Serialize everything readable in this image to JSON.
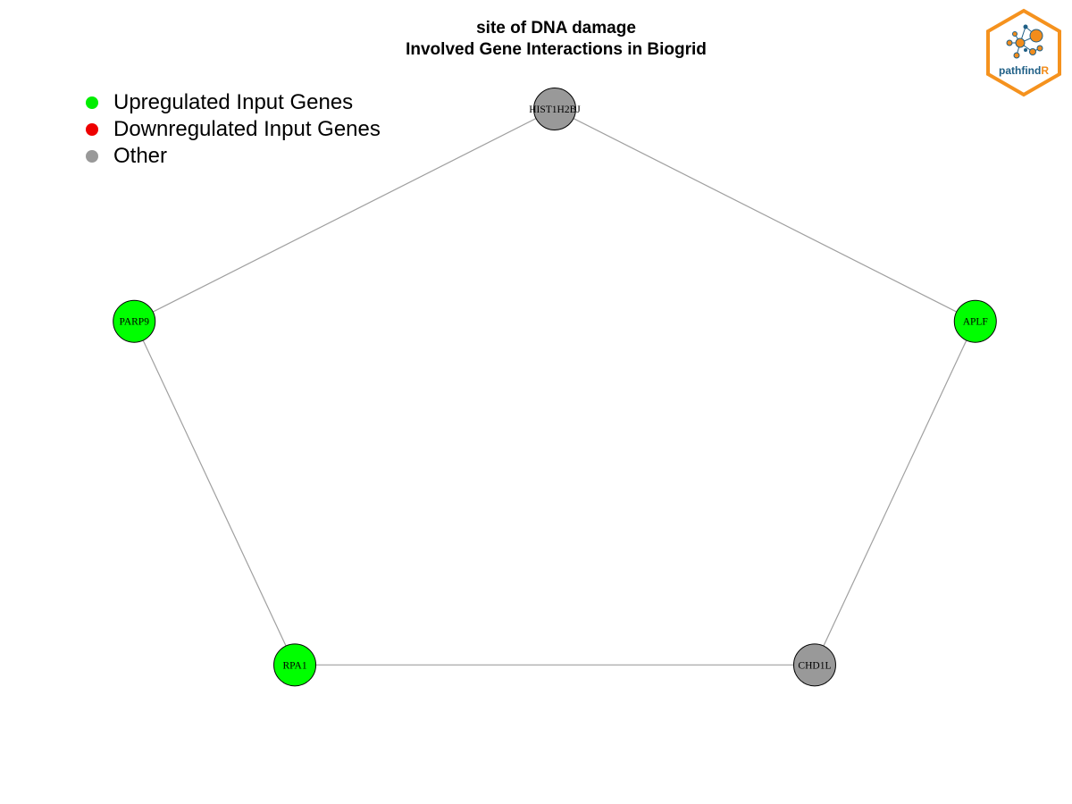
{
  "title": {
    "line1": "site of DNA damage",
    "line2": "Involved Gene Interactions in Biogrid"
  },
  "legend": [
    {
      "label": "Upregulated Input Genes",
      "color": "#00ee00"
    },
    {
      "label": "Downregulated Input Genes",
      "color": "#ee0000"
    },
    {
      "label": "Other",
      "color": "#999999"
    }
  ],
  "colors": {
    "upregulated": "#00ff00",
    "downregulated": "#ff0000",
    "other": "#999999",
    "edge": "#a0a0a0"
  },
  "network": {
    "nodes": [
      {
        "id": "HIST1H2BJ",
        "category": "other"
      },
      {
        "id": "APLF",
        "category": "upregulated"
      },
      {
        "id": "CHD1L",
        "category": "other"
      },
      {
        "id": "RPA1",
        "category": "upregulated"
      },
      {
        "id": "PARP9",
        "category": "upregulated"
      }
    ],
    "edges": [
      [
        "HIST1H2BJ",
        "APLF"
      ],
      [
        "APLF",
        "CHD1L"
      ],
      [
        "CHD1L",
        "RPA1"
      ],
      [
        "RPA1",
        "PARP9"
      ],
      [
        "PARP9",
        "HIST1H2BJ"
      ]
    ]
  },
  "logo": {
    "name_main": "pathfind",
    "name_accent": "R",
    "border_color": "#f5921e",
    "accent_color": "#f28c1b",
    "text_color": "#1f5f86"
  }
}
